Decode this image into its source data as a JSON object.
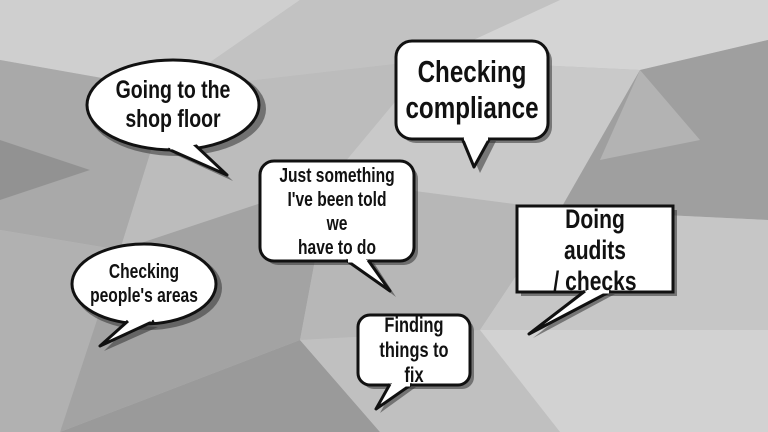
{
  "slide": {
    "background": "grey-polygonal-texture",
    "bubbles": [
      {
        "id": "shop-floor",
        "text": "Going to the\nshop floor",
        "shape": "ellipse"
      },
      {
        "id": "compliance",
        "text": "Checking\ncompliance",
        "shape": "rounded-rect"
      },
      {
        "id": "told-to-do",
        "text": "Just something\nI've been told we\nhave to do",
        "shape": "rounded-rect"
      },
      {
        "id": "audits",
        "text": "Doing audits\n/ checks",
        "shape": "rect"
      },
      {
        "id": "peoples-areas",
        "text": "Checking\npeople's areas",
        "shape": "ellipse"
      },
      {
        "id": "things-to-fix",
        "text": "Finding\nthings to fix",
        "shape": "rounded-rect"
      }
    ]
  }
}
